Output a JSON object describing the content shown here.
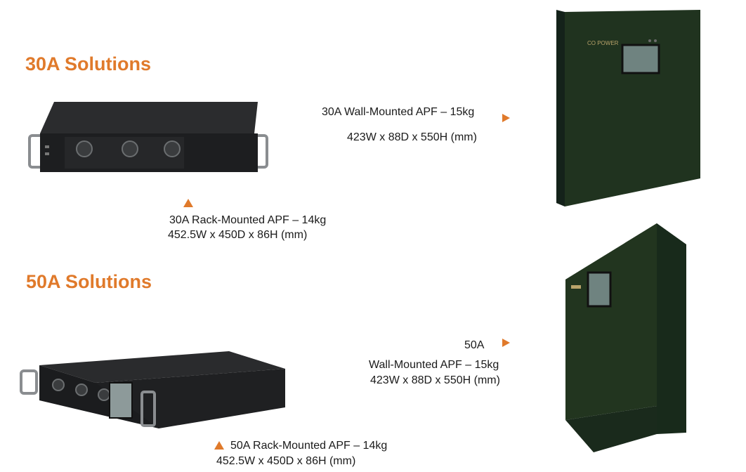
{
  "section_30a": {
    "heading": "30A Solutions",
    "wall": {
      "line1": "30A Wall-Mounted APF – 15kg",
      "line2": "423W x 88D x 550H (mm)"
    },
    "rack": {
      "line1": "30A Rack-Mounted APF – 14kg",
      "line2": "452.5W x 450D x 86H (mm)"
    },
    "brand_label": "CO POWER"
  },
  "section_50a": {
    "heading": "50A Solutions",
    "wall": {
      "line0": "50A",
      "line1": "Wall-Mounted APF – 15kg",
      "line2": "423W x 88D x 550H (mm)"
    },
    "rack": {
      "line1": "50A Rack-Mounted APF – 14kg",
      "line2": "452.5W x 450D x 86H (mm)"
    }
  },
  "colors": {
    "accent": "#e07a2b",
    "wall_unit": "#1f3320",
    "rack_unit": "#1c1d1f"
  }
}
